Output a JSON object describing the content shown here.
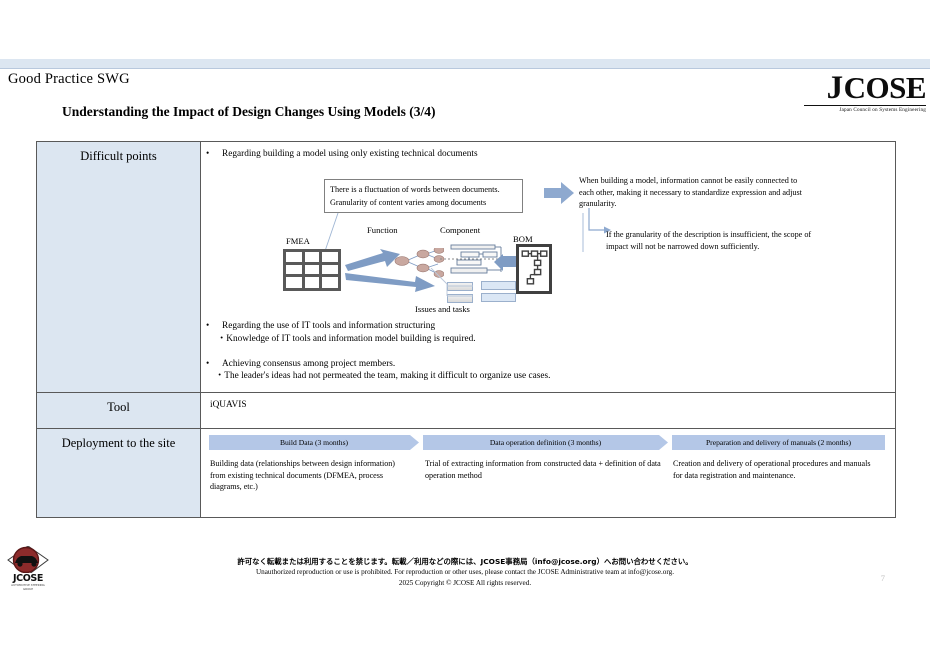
{
  "header": {
    "swg_label": "Good Practice SWG",
    "slide_title": "Understanding the Impact of Design Changes Using Models  (3/4)",
    "logo": {
      "j": "J",
      "cose": "COSE",
      "tagline": "Japan Council on Systems Engineering"
    }
  },
  "table": {
    "rows": [
      {
        "label": "Difficult points"
      },
      {
        "label": "Tool"
      },
      {
        "label": "Deployment to the site"
      }
    ]
  },
  "difficult_points": {
    "bullet1": "Regarding building a model using only existing technical documents",
    "bullet2": "Regarding the use of IT tools and information structuring",
    "bullet2_sub": "・Knowledge of IT tools and information model building is required.",
    "bullet3": "Achieving consensus among project members.",
    "bullet3_sub": "・The leader's ideas had not permeated the team, making it difficult to organize use cases.",
    "callout": {
      "line1": "There is a fluctuation of words between documents.",
      "line2": "Granularity of content varies among documents"
    },
    "explanation_1": "When building a model, information cannot be easily connected to each other, making it necessary to standardize expression and adjust granularity.",
    "explanation_2": "If the granularity of the description is insufficient, the scope of impact will not be narrowed down sufficiently.",
    "diagram": {
      "fmea_label": "FMEA",
      "function_label": "Function",
      "component_label": "Component",
      "bom_label": "BOM",
      "issues_label": "Issues and tasks"
    }
  },
  "tool": {
    "value": "iQUAVIS"
  },
  "deployment": {
    "phases": [
      {
        "chevron": "Build Data (3 months)",
        "description": "Building data (relationships between design information) from existing technical documents (DFMEA, process diagrams, etc.)"
      },
      {
        "chevron": "Data operation definition (3 months)",
        "description": "Trial of extracting information from constructed data + definition of data operation method"
      },
      {
        "chevron": "Preparation and delivery of manuals (2 months)",
        "description": "Creation and delivery of operational procedures and manuals for data registration and maintenance."
      }
    ]
  },
  "footer": {
    "japanese": "許可なく転載または利用することを禁じます。転載／利用などの際には、JCOSE事務局（info@jcose.org）へお問い合わせください。",
    "english": "Unauthorized reproduction or use is prohibited.  For reproduction or other uses, please contact the JCOSE Administrative team at info@jcose.org.",
    "copyright": "2025 Copyright © JCOSE All rights reserved.",
    "page_number": "7",
    "logo_word": "JCOSE",
    "logo_tiny": "AUTOMOTIVE STEERING GROUP"
  },
  "colors": {
    "band": "#dce6f1",
    "label_bg": "#dce6f1",
    "chevron": "#b4c7e7",
    "arrow_blue": "#8ea9cf",
    "border": "#595959"
  }
}
